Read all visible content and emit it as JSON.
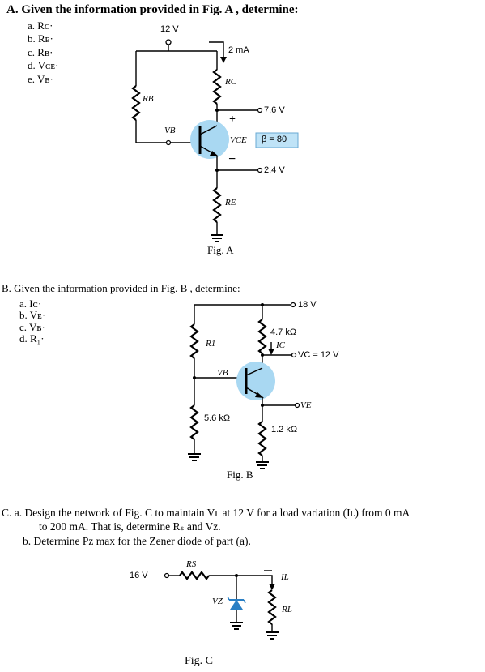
{
  "partA": {
    "title": "A.  Given the information provided in Fig. A , determine:",
    "items": [
      "a.  Rᴄ·",
      "b.  Rᴇ·",
      "c.  Rʙ·",
      "d.  Vᴄᴇ·",
      "e.  Vʙ·"
    ],
    "supply": "12 V",
    "current": "2 mA",
    "rc": "RC",
    "rb": "RB",
    "re": "RE",
    "vb": "VB",
    "vce": "VCE",
    "plus": "+",
    "minus": "−",
    "vc": "7.6 V",
    "beta": "β = 80",
    "ve": "2.4 V",
    "caption": "Fig. A"
  },
  "partB": {
    "title": "B.  Given the information provided in Fig. B , determine:",
    "items": [
      "a.  Iᴄ·",
      "b.  Vᴇ·",
      "c.  Vʙ·",
      "d.  R₁·"
    ],
    "supply": "18 V",
    "rc": "4.7 kΩ",
    "ic": "IC",
    "vc": "VC = 12 V",
    "r1": "R1",
    "vb": "VB",
    "ve": "VE",
    "r2": "5.6 kΩ",
    "re": "1.2 kΩ",
    "caption": "Fig. B"
  },
  "partC": {
    "line1": "C.  a.  Design the network of Fig.  C     to maintain Vʟ at 12 V for a load variation (Iʟ) from 0 mA",
    "line2": "to 200 mA. That is, determine Rₛ and Vz.",
    "line3": "b.  Determine Pz max for the Zener diode of part (a).",
    "vin": "16 V",
    "rs": "RS",
    "vz": "VZ",
    "il": "IL",
    "rl": "RL",
    "caption": "Fig.  C"
  },
  "colors": {
    "transistor": "#a9d8f2",
    "zener": "#2a7fc4",
    "beta_box": "#bfe3f7"
  }
}
